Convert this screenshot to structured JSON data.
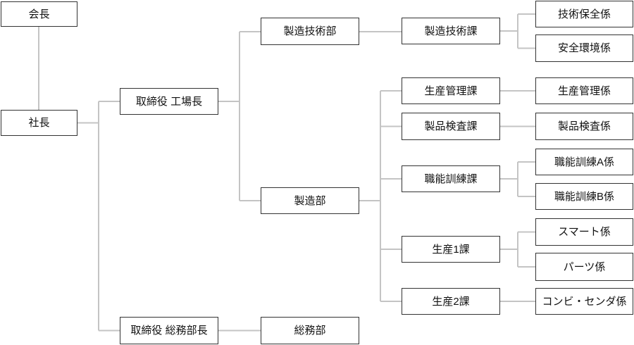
{
  "diagram": {
    "kind": "organization-chart",
    "colors": {
      "background": "#ffffff",
      "box_fill": "#ffffff",
      "box_border": "#333333",
      "connector_line": "#c4c4c4",
      "text": "#111111"
    }
  },
  "nodes": {
    "chairman": {
      "label": "会長"
    },
    "president": {
      "label": "社長"
    },
    "director_factory": {
      "label": "取締役 工場長"
    },
    "director_general_affairs": {
      "label": "取締役 総務部長"
    },
    "mfg_tech_dept": {
      "label": "製造技術部"
    },
    "mfg_dept": {
      "label": "製造部"
    },
    "general_affairs_dept": {
      "label": "総務部"
    },
    "mfg_tech_sec": {
      "label": "製造技術課"
    },
    "prod_control_sec": {
      "label": "生産管理課"
    },
    "product_inspection_sec": {
      "label": "製品検査課"
    },
    "skill_training_sec": {
      "label": "職能訓練課"
    },
    "prod1_sec": {
      "label": "生産1課"
    },
    "prod2_sec": {
      "label": "生産2課"
    },
    "tech_maintenance_unit": {
      "label": "技術保全係"
    },
    "safety_env_unit": {
      "label": "安全環境係"
    },
    "prod_control_unit": {
      "label": "生産管理係"
    },
    "product_inspection_unit": {
      "label": "製品検査係"
    },
    "skill_a_unit": {
      "label": "職能訓練A係"
    },
    "skill_b_unit": {
      "label": "職能訓練B係"
    },
    "smart_unit": {
      "label": "スマート係"
    },
    "parts_unit": {
      "label": "パーツ係"
    },
    "combi_sender_unit": {
      "label": "コンビ・センダ係"
    }
  },
  "edges": [
    {
      "from": "会長",
      "to": "社長"
    },
    {
      "from": "社長",
      "to": "取締役 工場長"
    },
    {
      "from": "社長",
      "to": "取締役 総務部長"
    },
    {
      "from": "取締役 工場長",
      "to": "製造技術部"
    },
    {
      "from": "取締役 工場長",
      "to": "製造部"
    },
    {
      "from": "取締役 総務部長",
      "to": "総務部"
    },
    {
      "from": "製造技術部",
      "to": "製造技術課"
    },
    {
      "from": "製造技術課",
      "to": "技術保全係"
    },
    {
      "from": "製造技術課",
      "to": "安全環境係"
    },
    {
      "from": "製造部",
      "to": "生産管理課"
    },
    {
      "from": "製造部",
      "to": "製品検査課"
    },
    {
      "from": "製造部",
      "to": "職能訓練課"
    },
    {
      "from": "製造部",
      "to": "生産1課"
    },
    {
      "from": "製造部",
      "to": "生産2課"
    },
    {
      "from": "生産管理課",
      "to": "生産管理係"
    },
    {
      "from": "製品検査課",
      "to": "製品検査係"
    },
    {
      "from": "職能訓練課",
      "to": "職能訓練A係"
    },
    {
      "from": "職能訓練課",
      "to": "職能訓練B係"
    },
    {
      "from": "生産1課",
      "to": "スマート係"
    },
    {
      "from": "生産1課",
      "to": "パーツ係"
    },
    {
      "from": "生産2課",
      "to": "コンビ・センダ係"
    }
  ]
}
